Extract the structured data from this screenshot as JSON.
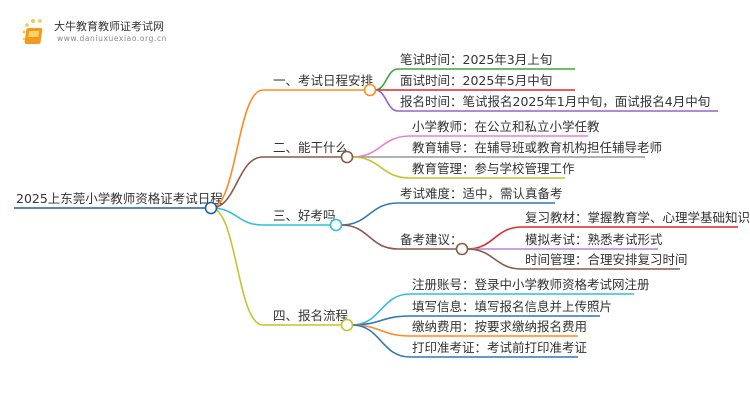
{
  "logo": {
    "title": "大牛教育教师证考试网",
    "url": "www.daniuxuexiao.org.cn"
  },
  "root": {
    "label": "2025上东莞小学教师资格证考试日程",
    "color": "#1f5fa6"
  },
  "branches": [
    {
      "label": "一、考试日程安排",
      "color": "#ff8a1f",
      "children": [
        {
          "label": "笔试时间：2025年3月上旬",
          "color": "#3aaa35"
        },
        {
          "label": "面试时间：2025年5月中旬",
          "color": "#e0262b"
        },
        {
          "label": "报名时间：笔试报名2025年1月中旬，面试报名4月中旬",
          "color": "#9a62c4"
        }
      ]
    },
    {
      "label": "二、能干什么",
      "color": "#8a5a4a",
      "children": [
        {
          "label": "小学教师：在公立和私立小学任教",
          "color": "#ee7ecb"
        },
        {
          "label": "教育辅导：在辅导班或教育机构担任辅导老师",
          "color": "#999999"
        },
        {
          "label": "教育管理：参与学校管理工作",
          "color": "#c5c22e"
        }
      ]
    },
    {
      "label": "三、好考吗",
      "color": "#2fc0d8",
      "children": [
        {
          "label": "考试难度：适中，需认真备考",
          "color": "#2e78b8"
        },
        {
          "label": "备考建议：",
          "color": "#8a5a4a",
          "children": [
            {
              "label": "复习教材：掌握教育学、心理学基础知识",
              "color": "#e0262b"
            },
            {
              "label": "模拟考试：熟悉考试形式",
              "color": "#b286d6"
            },
            {
              "label": "时间管理：合理安排复习时间",
              "color": "#8a5a4a"
            }
          ]
        }
      ]
    },
    {
      "label": "四、报名流程",
      "color": "#c5c22e",
      "children": [
        {
          "label": "注册账号：登录中小学教师资格考试网注册",
          "color": "#2fc0d8"
        },
        {
          "label": "填写信息：填写报名信息并上传照片",
          "color": "#2e78b8"
        },
        {
          "label": "缴纳费用：按要求缴纳报名费用",
          "color": "#ff8a1f"
        },
        {
          "label": "打印准考证：考试前打印准考证",
          "color": "#2e78b8"
        }
      ]
    }
  ]
}
